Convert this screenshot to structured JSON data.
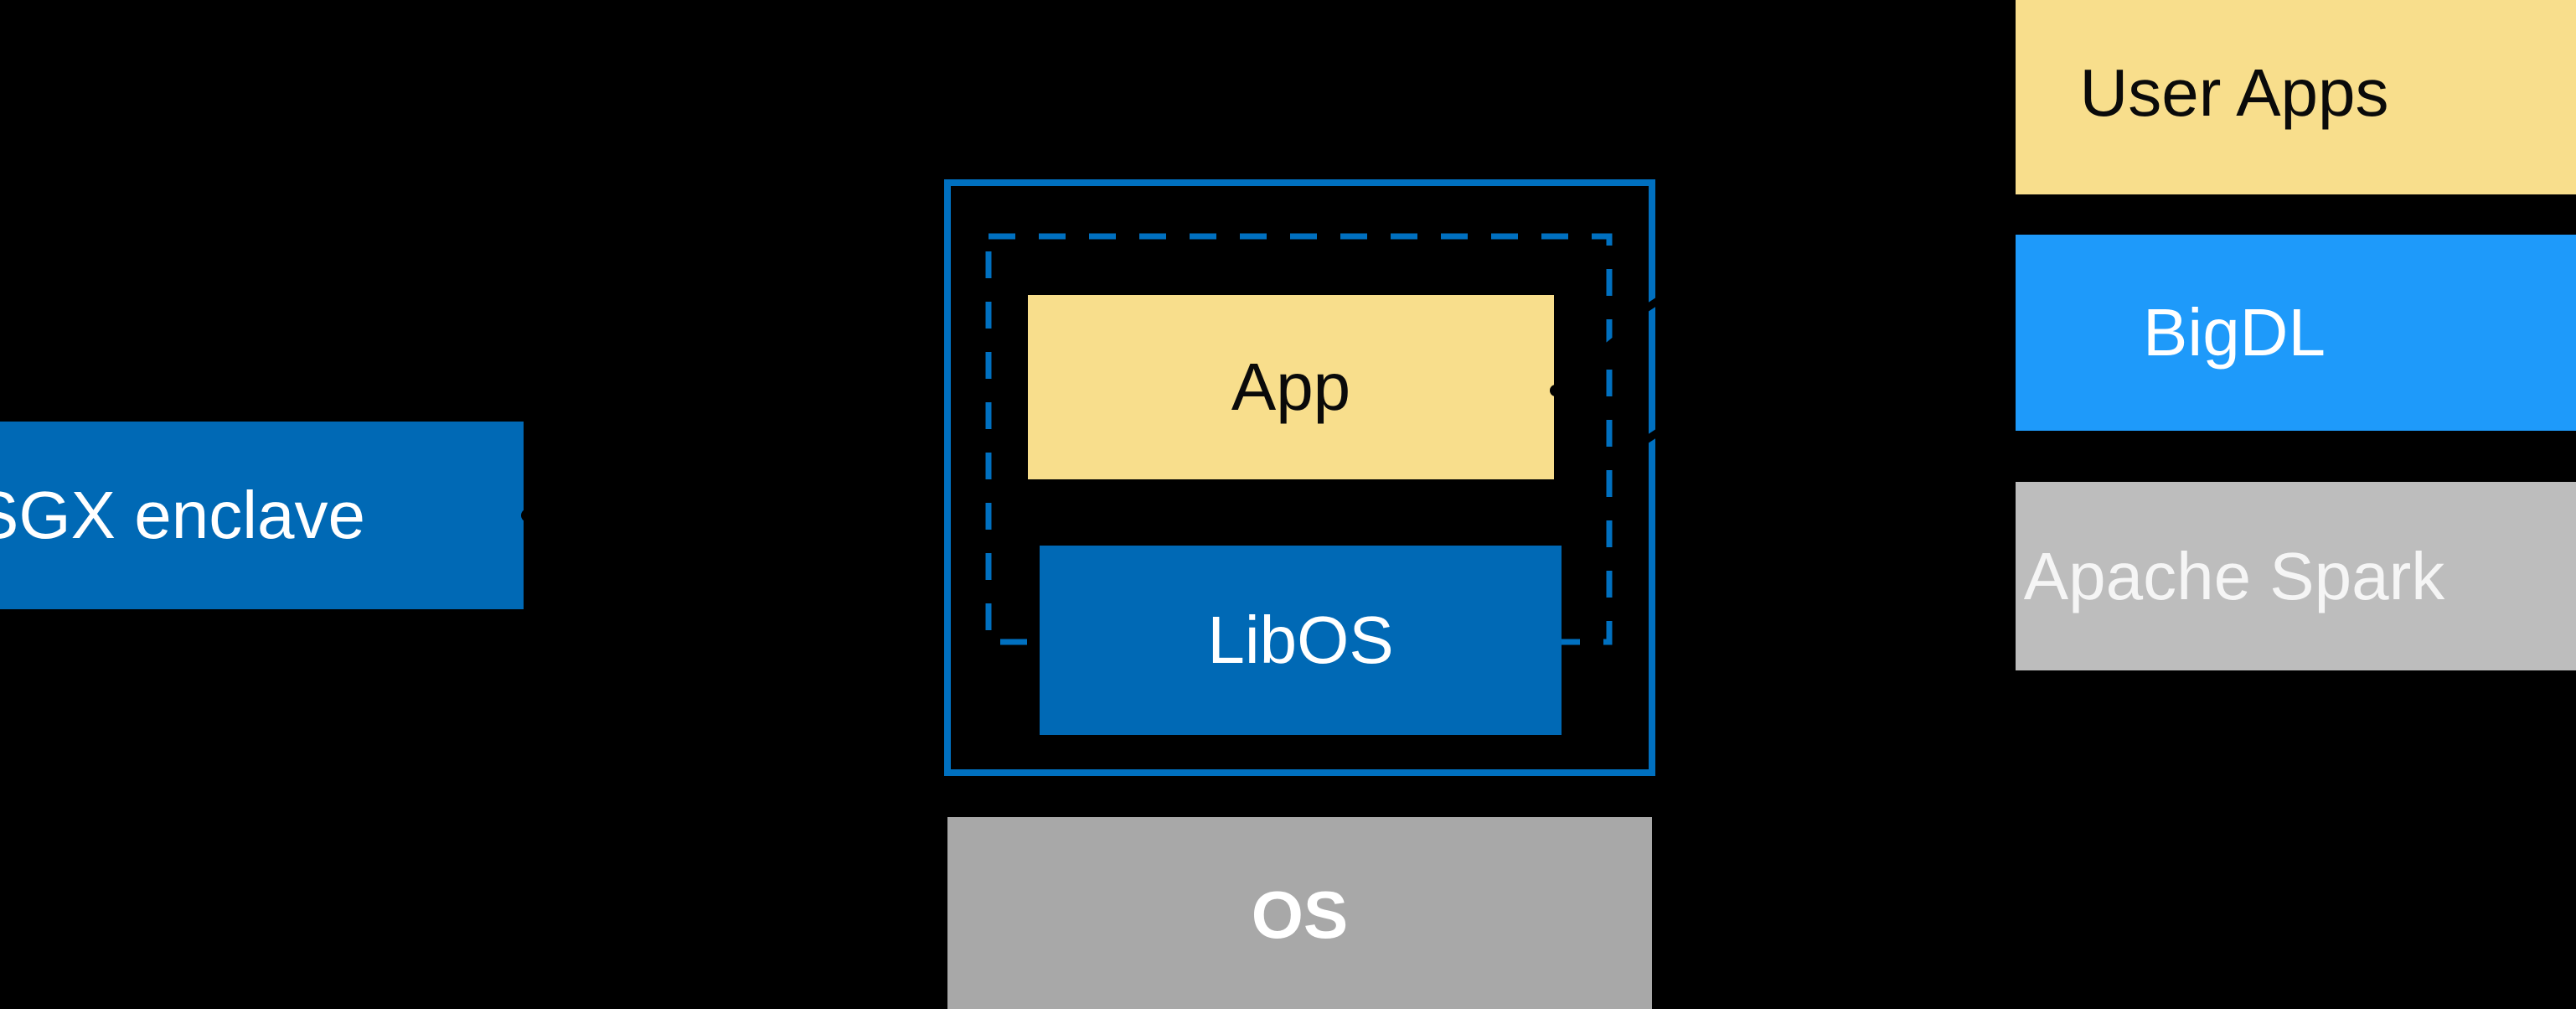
{
  "canvas": {
    "background": "#000000"
  },
  "colors": {
    "intel_blue": "#0069B5",
    "border_blue": "#0070C0",
    "bright_blue": "#1E9AFA",
    "yellow": "#F8DE8C",
    "gray_os": "#A8A8A8",
    "gray_spark": "#BDBDBD",
    "text_dark": "#0A0A0A",
    "text_light": "#FFFFFF"
  },
  "sgx": {
    "label": "SGX enclave"
  },
  "enclave": {
    "app_label": "App",
    "libos_label": "LibOS"
  },
  "os": {
    "label": "OS"
  },
  "stack": {
    "items": [
      {
        "label": "User Apps"
      },
      {
        "label": "BigDL"
      },
      {
        "label": "Apache Spark"
      }
    ]
  }
}
